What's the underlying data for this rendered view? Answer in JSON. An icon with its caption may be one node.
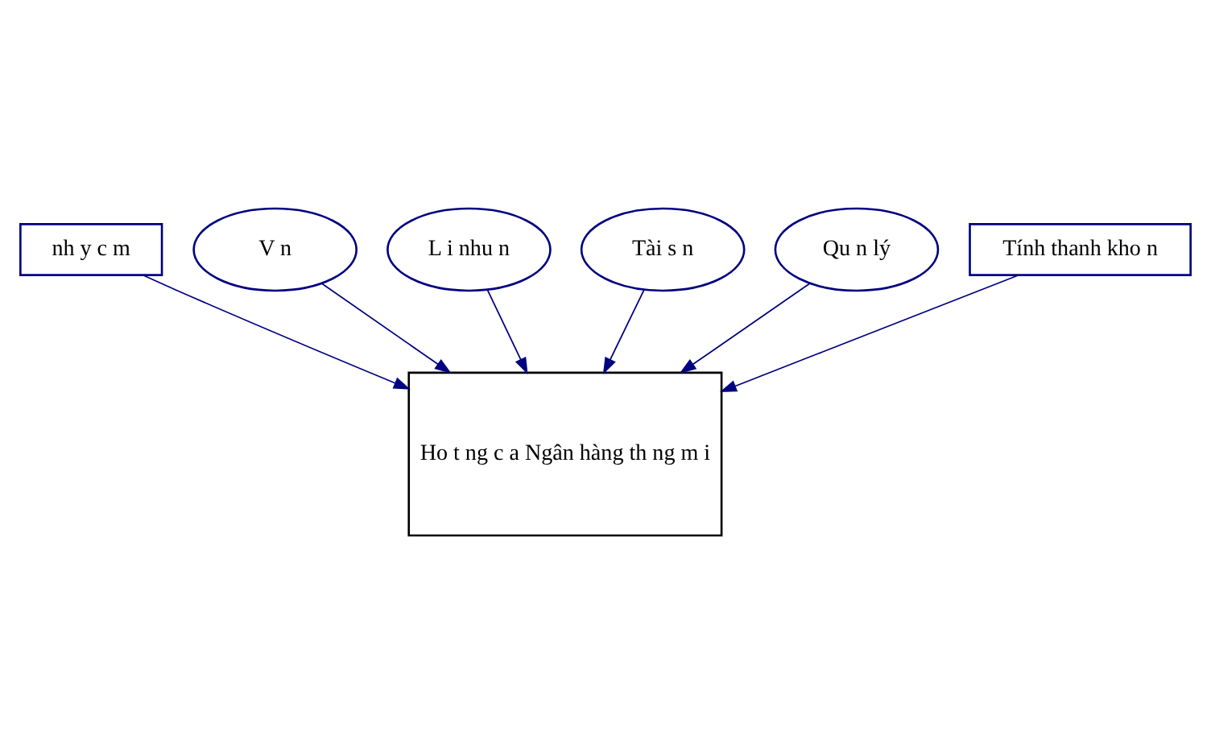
{
  "diagram": {
    "nodes": [
      {
        "text": [
          "nh y c m"
        ]
      },
      {
        "text": [
          "V n"
        ]
      },
      {
        "text": [
          "L i nhu n"
        ]
      },
      {
        "text": [
          "Ho t ng c a Ngân hàng th ng m i"
        ]
      },
      {
        "text": [
          "Tài s n"
        ]
      },
      {
        "text": [
          "Qu n lý"
        ]
      },
      {
        "text": [
          "Tính thanh kho n"
        ]
      }
    ],
    "edges": [
      {
        "from": 0,
        "to": 3,
        "arrow": "to"
      },
      {
        "from": 1,
        "to": 3,
        "arrow": "to"
      },
      {
        "from": 2,
        "to": 3,
        "arrow": "to"
      },
      {
        "from": 4,
        "to": 3,
        "arrow": "to"
      },
      {
        "from": 5,
        "to": 3,
        "arrow": "to"
      },
      {
        "from": 6,
        "to": 3,
        "arrow": "to"
      }
    ]
  }
}
